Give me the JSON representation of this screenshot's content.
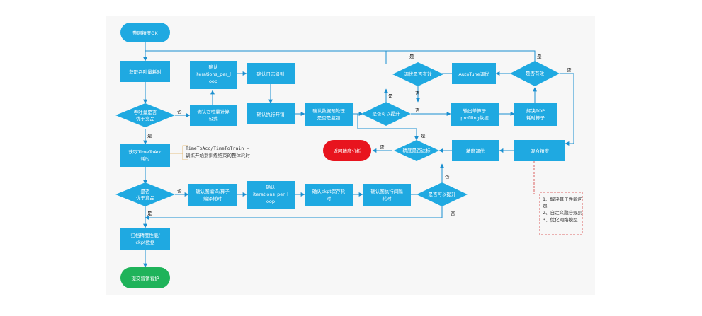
{
  "nodes": {
    "start": [
      "整网精度OK"
    ],
    "get_throughput": [
      "获取吞吐量耗时"
    ],
    "throughput_decision": [
      "吞吐量是否",
      "优于竞品"
    ],
    "confirm_formula": [
      "确认吞吐量计算",
      "公式"
    ],
    "confirm_iterations1": [
      "确认",
      "iterations_per_l",
      "oop"
    ],
    "confirm_log_level": [
      "确认日志级别"
    ],
    "confirm_dump": [
      "确认执行开销"
    ],
    "confirm_preprocess": [
      "确认数据预处理",
      "是否是瓶颈"
    ],
    "can_improve1": [
      "是否可以提升"
    ],
    "tune_effective": [
      "调优是否有效"
    ],
    "autotune": [
      "AutoTune调优"
    ],
    "is_effective": [
      "是否有效"
    ],
    "output_profiling": [
      "输出单算子",
      "profiling数据"
    ],
    "solve_top": [
      "解决TOP",
      "耗时算子"
    ],
    "mixed_precision": [
      "混合精度"
    ],
    "precision_tuning": [
      "精度调优"
    ],
    "precision_ok": [
      "精度是否达标"
    ],
    "back_precision": [
      "返回精度分析"
    ],
    "get_tta": [
      "获取TimeToAcc",
      "耗时"
    ],
    "tta_decision": [
      "是否",
      "优于竞品"
    ],
    "confirm_compile": [
      "确认图编译/算子",
      "编译耗时"
    ],
    "confirm_iterations2": [
      "确认",
      "iterations_per_l",
      "oop"
    ],
    "confirm_ckpt": [
      "确认ckpt保存耗",
      "时"
    ],
    "confirm_graph_exec": [
      "确认图执行间隔",
      "耗时"
    ],
    "can_improve2": [
      "是否可以提升"
    ],
    "archive": [
      "归档精度性能/",
      "ckpt数据"
    ],
    "submit": [
      "提交营销看护"
    ]
  },
  "edge_labels": {
    "yes": "是",
    "no": "否"
  },
  "notes": {
    "tta": [
      "TimeToAcc/TimeToTrain –",
      "训练开始到训练结束的整体耗时"
    ],
    "top_ops": [
      "1、解决算子性能问",
      "题",
      "2、自定义融合规则",
      "3、优化网络模型",
      "..."
    ]
  },
  "colors": {
    "node": "#1fa9e1",
    "start_end": "#1fb35a",
    "alert": "#e8141e",
    "line": "#1a8fd0"
  }
}
